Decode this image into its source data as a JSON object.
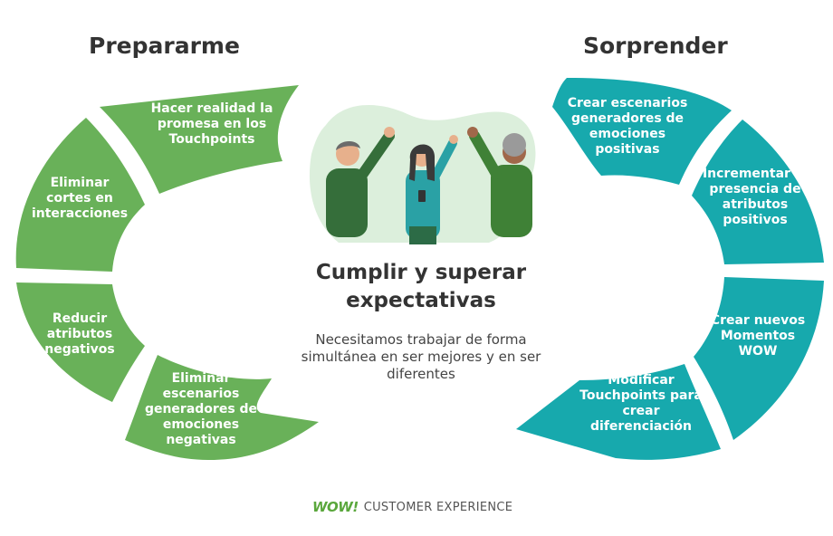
{
  "left": {
    "title": "Prepararme",
    "color": "#69b159",
    "segments": [
      "Hacer realidad la promesa en los Touchpoints",
      "Eliminar cortes en interacciones",
      "Reducir atributos negativos",
      "Eliminar escenarios generadores de emociones negativas"
    ]
  },
  "right": {
    "title": "Sorprender",
    "color": "#17a9ad",
    "segments": [
      "Crear escenarios generadores de emociones positivas",
      "Incrementar la presencia de atributos positivos",
      "Crear nuevos Momentos WOW",
      "Modificar Touchpoints para crear diferenciación"
    ]
  },
  "center": {
    "title": "Cumplir y superar expectativas",
    "description": "Necesitamos trabajar de forma simultánea en ser mejores y en ser diferentes"
  },
  "illustration": {
    "icon": "people-celebrating-illustration"
  },
  "brand": {
    "logo": "WOW!",
    "text": "CUSTOMER EXPERIENCE"
  }
}
